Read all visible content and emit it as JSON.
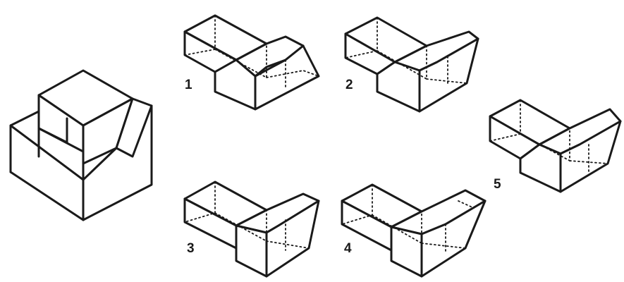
{
  "diagram": {
    "option_labels": [
      "1",
      "2",
      "3",
      "4",
      "5"
    ],
    "stroke_color": "#1a1a1a",
    "background_color": "#ffffff"
  }
}
